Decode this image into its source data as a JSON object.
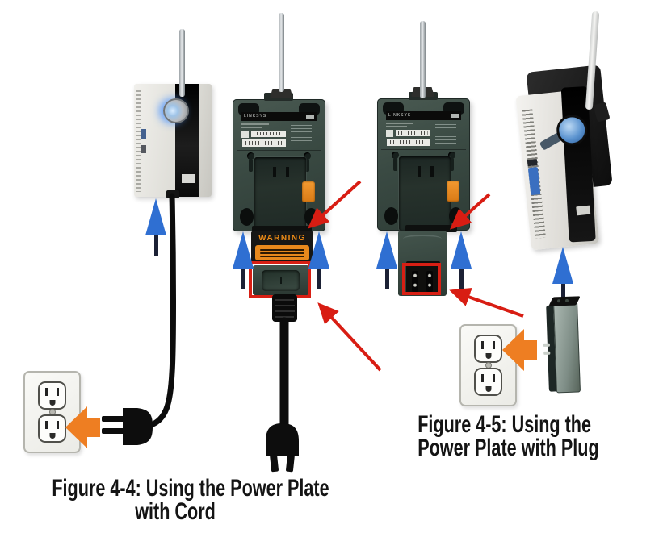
{
  "page": {
    "background": "#ffffff"
  },
  "colors": {
    "arrow_blue": "#2f6fd2",
    "arrow_blue_tail": "#1c2135",
    "arrow_red": "#d81d13",
    "arrow_orange": "#ee7e22",
    "warning_orange": "#e8891c",
    "device_body": "#3a4a43",
    "highlight_box_red": "#d71f14"
  },
  "figures": {
    "fig44": {
      "caption_line1": "Figure 4-4: Using the Power Plate",
      "caption_line2": "with Cord"
    },
    "fig45": {
      "caption_line1": "Figure 4-5: Using the",
      "caption_line2": "Power Plate with Plug"
    }
  },
  "labels": {
    "warning": "WARNING",
    "brand": "LINKSYS"
  }
}
